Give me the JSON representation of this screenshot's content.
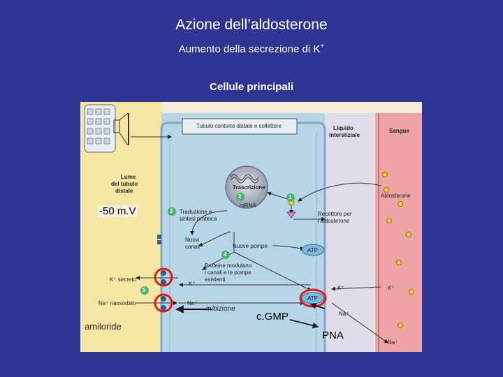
{
  "slide": {
    "title": "Azione dell’aldosterone",
    "subtitle": "Aumento della secrezione di K",
    "subtitle_sup": "+",
    "section": "Cellule principali"
  },
  "figure": {
    "banner": "Tubulo contorto distale e collettore",
    "col_interstitial_1": "Liquido",
    "col_interstitial_2": "interstiziale",
    "col_blood": "Sangue",
    "lumen_1": "Lume",
    "lumen_2": "del tubulo",
    "lumen_3": "distale",
    "transcription": "Trascrizione",
    "mrna": "mRNA",
    "step1": "1",
    "step2": "2",
    "step3": "3",
    "step4": "4",
    "step5": "5",
    "translation_1": "Traduzione e",
    "translation_2": "sintesi proteica",
    "new_channels_1": "Nuovi",
    "new_channels_2": "canali",
    "new_pumps": "Nuove pompe",
    "atp_1": "ATP",
    "atp_2": "ATP",
    "modulate_1": "Proteine modulano",
    "modulate_2": "i canali e le pompe",
    "modulate_3": "esistenti",
    "aldosterone": "Aldosterone",
    "receptor_1": "Recettore per",
    "receptor_2": "l’aldosterone",
    "k_secreted": "K⁺ secreto",
    "na_reabsorbed": "Na⁺ riassorbito",
    "k_in_cell": "K⁺",
    "na_in_cell": "Na⁺",
    "k_interstitial": "K⁺",
    "k_blood": "K⁺",
    "na_interstitial": "Na⁺",
    "na_blood": "Na⁺"
  },
  "annotations": {
    "potential": "-50 m.V",
    "inhibition": "inibizione",
    "cgmp": "c.GMP",
    "amiloride": "amiloride",
    "pna": "PNA"
  },
  "colors": {
    "background": "#2f3592",
    "lumen": "#f6e6a4",
    "cell": "#b6d5e6",
    "interstitial": "#e2dbea",
    "blood": "#eea4a4",
    "highlight": "#e21c1c"
  }
}
